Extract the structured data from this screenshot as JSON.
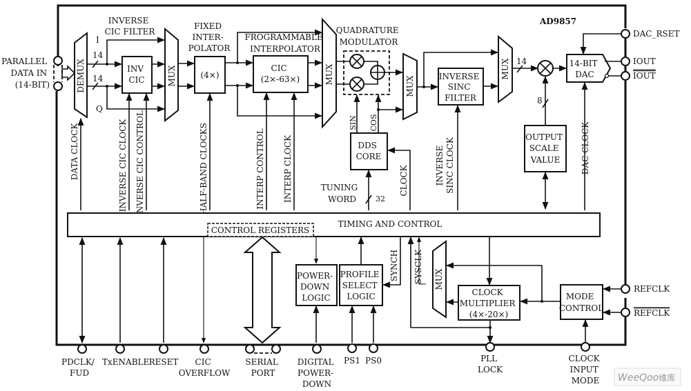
{
  "title": "AD9857",
  "blocks": {
    "demux": "DEMUX",
    "inv_cic_filter_title": [
      "INVERSE",
      "CIC FILTER"
    ],
    "inv_cic": [
      "INV",
      "CIC"
    ],
    "mux1": "MUX",
    "fixed_interp_title": [
      "FIXED",
      "INTER-",
      "POLATOR"
    ],
    "fixed_interp": "(4×)",
    "prog_interp_title": [
      "FROGRAMMABLE",
      "INTERPOLATOR"
    ],
    "cic": [
      "CIC",
      "(2×-63×)"
    ],
    "mux2": "MUX",
    "quad_mod_title": [
      "QUADRATURE",
      "MODULATOR"
    ],
    "mux3": "MUX",
    "inv_sinc": [
      "INVERSE",
      "SINC",
      "FILTER"
    ],
    "mux4": "MUX",
    "dac": [
      "14-BIT",
      "DAC"
    ],
    "dds_core": [
      "DDS",
      "CORE"
    ],
    "output_scale": [
      "OUTPUT",
      "SCALE",
      "VALUE"
    ],
    "timing": "TIMING AND CONTROL",
    "control_registers": "CONTROL REGISTERS",
    "power_down": [
      "POWER-",
      "DOWN",
      "LOGIC"
    ],
    "profile_select": [
      "PROFILE",
      "SELECT",
      "LOGIC"
    ],
    "mux5": "MUX",
    "clock_mult": [
      "CLOCK",
      "MULTIPLIER",
      "(4×-20×)"
    ],
    "mode_control": [
      "MODE",
      "CONTROL"
    ]
  },
  "signals": {
    "i": "I",
    "q": "Q",
    "bus14_a": "14",
    "bus14_b": "14",
    "bus14_c": "14",
    "bus8": "8",
    "bus32": "32",
    "sin": "SIN",
    "cos": "COS",
    "data_clock": "DATA CLOCK",
    "inv_cic_clock": "INVERSE CIC CLOCK",
    "inv_cic_control": "INVERSE CIC CONTROL",
    "half_band_clocks": "HALF-BAND CLOCKS",
    "interp_control": "INTERP CONTROL",
    "interp_clock": "INTERP CLOCK",
    "tuning_word": [
      "TUNING",
      "WORD"
    ],
    "clock": "CLOCK",
    "inv_sinc_clock": [
      "INVERSE",
      "SINC CLOCK"
    ],
    "dac_clock": "DAC CLOCK",
    "synch": "SYNCH",
    "sysclk": "SYSCLK"
  },
  "pins": {
    "parallel_data": [
      "PARALLEL",
      "DATA IN",
      "(14-BIT)"
    ],
    "dac_rset": "DAC_RSET",
    "iout": "IOUT",
    "iout_bar": "IOUT",
    "refclk": "REFCLK",
    "refclk_bar": "REFCLK",
    "pdclk": [
      "PDCLK/",
      "FUD"
    ],
    "txenable": "TxENABLE",
    "reset": "RESET",
    "cic_overflow": [
      "CIC",
      "OVERFLOW"
    ],
    "serial_port": [
      "SERIAL",
      "PORT"
    ],
    "digital_pd": [
      "DIGITAL",
      "POWER-",
      "DOWN"
    ],
    "ps1": "PS1",
    "ps0": "PS0",
    "pll_lock": [
      "PLL",
      "LOCK"
    ],
    "clock_input_mode": [
      "CLOCK",
      "INPUT",
      "MODE"
    ]
  },
  "watermark": {
    "brand": "WeeQoo",
    "suffix": "维库",
    "color_a": "#9a9a9a",
    "color_b": "#e8826a"
  }
}
